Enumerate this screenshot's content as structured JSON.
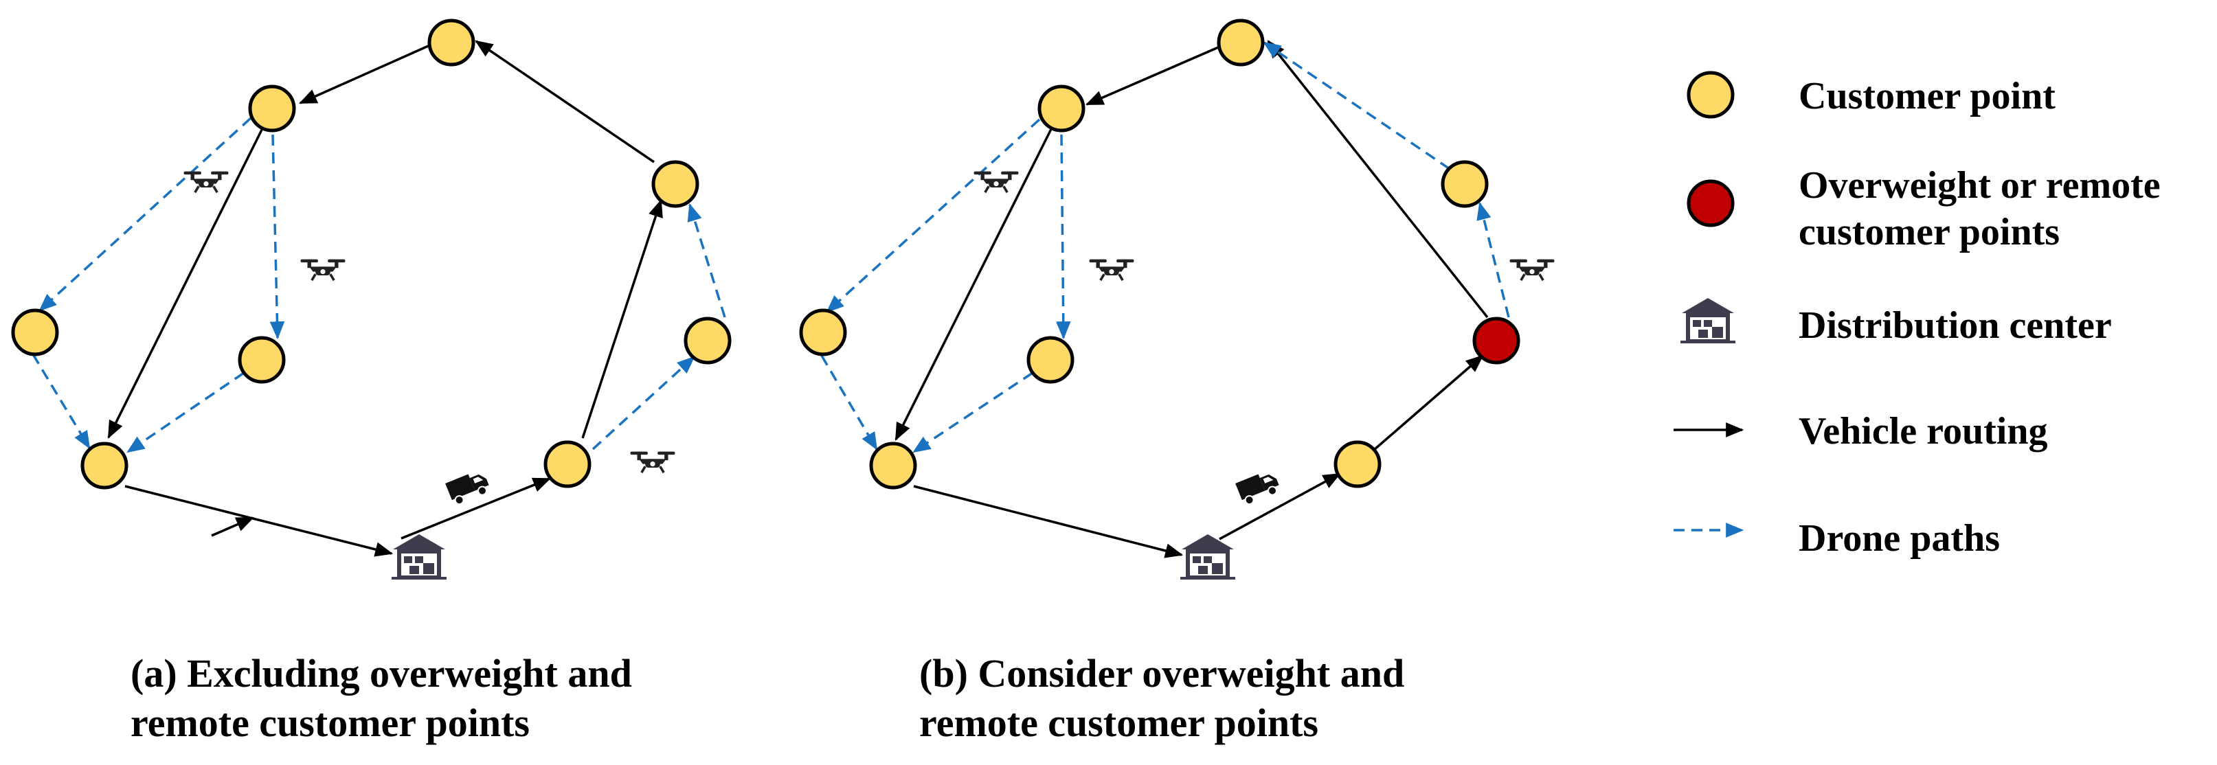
{
  "colors": {
    "customer": "#ffd966",
    "overweight": "#c00000",
    "vehicle": "#000000",
    "drone": "#1a73c0",
    "depot": "#3d3d4e"
  },
  "legend": {
    "customer_point": "Customer point",
    "overweight_line1": "Overweight or remote",
    "overweight_line2": "customer points",
    "distribution_center": "Distribution center",
    "vehicle_routing": "Vehicle routing",
    "drone_paths": "Drone paths"
  },
  "captions": {
    "a_line1": "(a) Excluding overweight and",
    "a_line2": "remote customer points",
    "b_line1": "(b) Consider overweight and",
    "b_line2": "remote customer points"
  },
  "icons": {
    "depot": "warehouse-icon",
    "truck": "truck-icon",
    "drone": "drone-icon"
  }
}
